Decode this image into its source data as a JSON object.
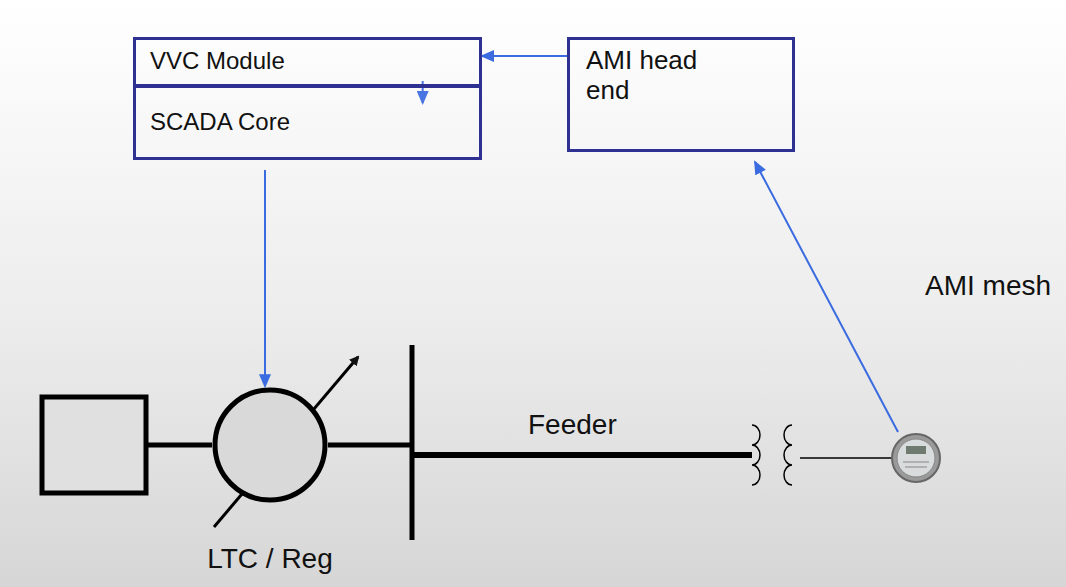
{
  "diagram": {
    "nodes": [
      {
        "text": [
          "VVC Module"
        ]
      },
      {
        "text": [
          "SCADA Core"
        ]
      },
      {
        "text": [
          "AMI head end"
        ]
      },
      {
        "text": [
          "LTC / Reg"
        ]
      }
    ],
    "edges": [
      {
        "from": 2,
        "to": 0,
        "arrow": "to"
      },
      {
        "from": 0,
        "to": 1,
        "arrow": "to"
      },
      {
        "from": 1,
        "to": 3,
        "arrow": "to"
      }
    ],
    "labels": [
      "Feeder",
      "AMI mesh"
    ]
  }
}
